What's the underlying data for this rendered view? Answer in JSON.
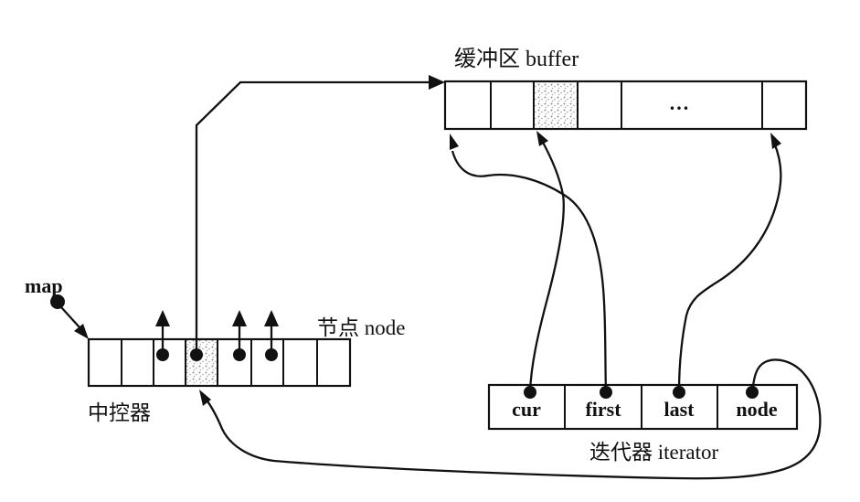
{
  "buffer": {
    "label": "缓冲区 buffer",
    "ellipsis": "...",
    "cell_count": 6,
    "shaded_cell_index": 2
  },
  "map": {
    "label": "map"
  },
  "controller": {
    "label": "中控器",
    "node_label": "节点 node",
    "cell_count": 8,
    "shaded_cell_index": 3
  },
  "iterator": {
    "label": "迭代器 iterator",
    "fields": [
      "cur",
      "first",
      "last",
      "node"
    ]
  },
  "colors": {
    "ink": "#111111",
    "background": "#ffffff",
    "stipple_gray": "#8f8f8f"
  }
}
